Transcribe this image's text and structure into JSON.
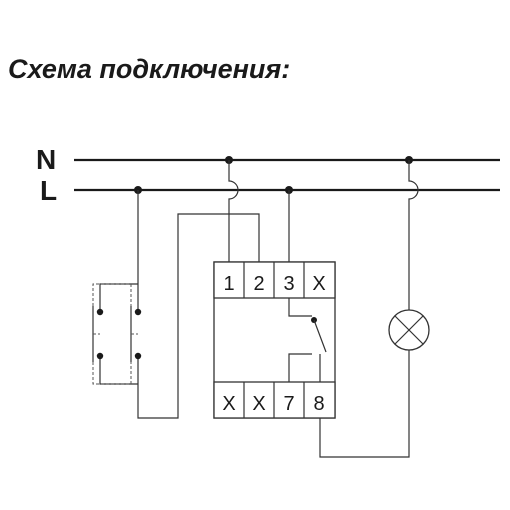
{
  "title": "Схема подключения:",
  "buses": {
    "n_label": "N",
    "l_label": "L"
  },
  "relay": {
    "top_terminals": [
      "1",
      "2",
      "3",
      "X"
    ],
    "bottom_terminals": [
      "X",
      "X",
      "7",
      "8"
    ]
  }
}
